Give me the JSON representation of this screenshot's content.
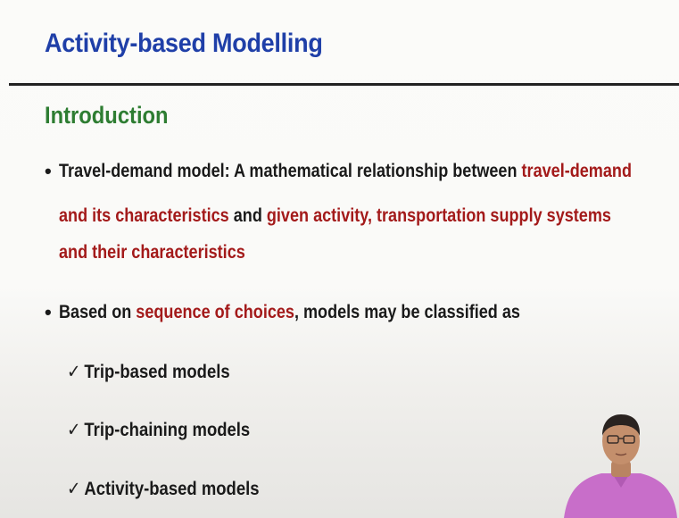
{
  "slide": {
    "title": "Activity-based Modelling",
    "section": "Introduction"
  },
  "bullet1": {
    "line1_plain": "Travel-demand model: A mathematical relationship between ",
    "line1_red": "travel-demand",
    "line2_red_a": "and its characteristics",
    "line2_plain": " and ",
    "line2_red_b": "given activity, transportation supply systems",
    "line3_red": "and their characteristics"
  },
  "bullet2": {
    "prefix": "Based on ",
    "red": "sequence of choices",
    "suffix": ", models may be classified as"
  },
  "checklist": {
    "mark": "✓",
    "items": [
      "Trip-based models",
      "Trip-chaining models",
      "Activity-based models"
    ]
  },
  "colors": {
    "title": "#1f3fa8",
    "section": "#2e7d32",
    "highlight": "#a31a1a",
    "body": "#1a1a1a"
  }
}
